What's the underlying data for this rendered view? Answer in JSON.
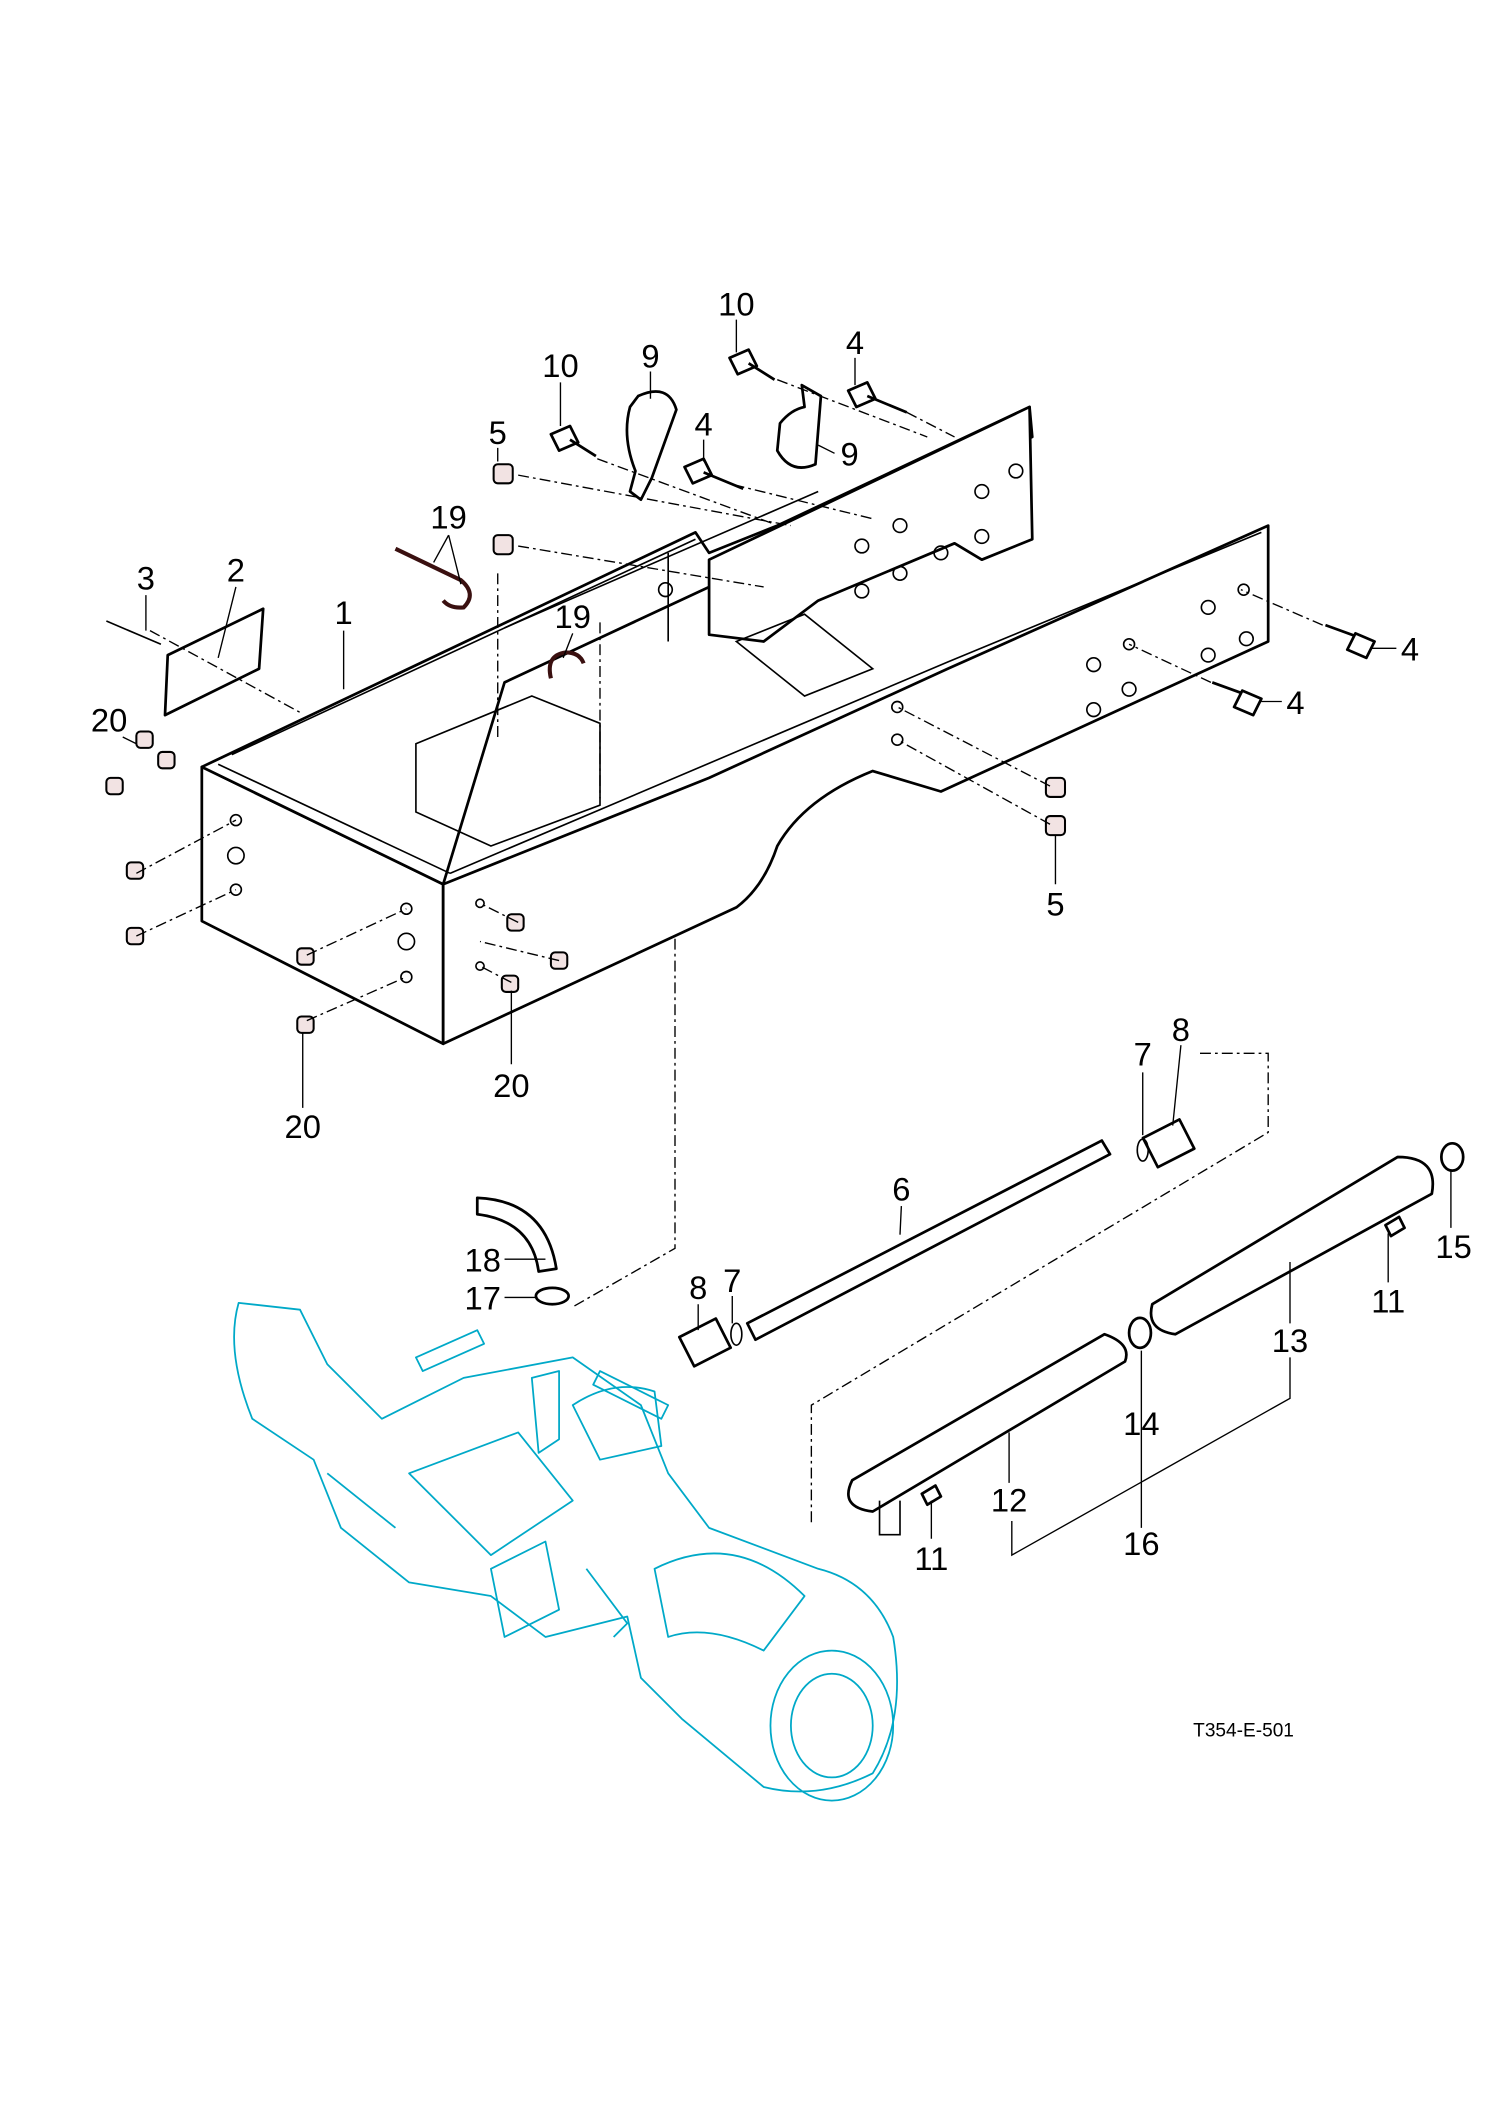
{
  "diagram": {
    "reference_code": "T354-E-501",
    "colors": {
      "parts": "#000000",
      "reference_assembly": "#00a9c8",
      "hardware_fill": "#f2e3e3"
    },
    "callouts": [
      {
        "id": "c10a",
        "label": "10"
      },
      {
        "id": "c4a",
        "label": "4"
      },
      {
        "id": "c9a",
        "label": "9"
      },
      {
        "id": "c10b",
        "label": "10"
      },
      {
        "id": "c4b",
        "label": "4"
      },
      {
        "id": "c9b",
        "label": "9"
      },
      {
        "id": "c5a",
        "label": "5"
      },
      {
        "id": "c19a",
        "label": "19"
      },
      {
        "id": "c3",
        "label": "3"
      },
      {
        "id": "c2",
        "label": "2"
      },
      {
        "id": "c1",
        "label": "1"
      },
      {
        "id": "c19b",
        "label": "19"
      },
      {
        "id": "c4c",
        "label": "4"
      },
      {
        "id": "c4d",
        "label": "4"
      },
      {
        "id": "c20a",
        "label": "20"
      },
      {
        "id": "c5b",
        "label": "5"
      },
      {
        "id": "c20b",
        "label": "20"
      },
      {
        "id": "c20c",
        "label": "20"
      },
      {
        "id": "c8a",
        "label": "8"
      },
      {
        "id": "c7a",
        "label": "7"
      },
      {
        "id": "c6",
        "label": "6"
      },
      {
        "id": "c18",
        "label": "18"
      },
      {
        "id": "c17",
        "label": "17"
      },
      {
        "id": "c8b",
        "label": "8"
      },
      {
        "id": "c7b",
        "label": "7"
      },
      {
        "id": "c15",
        "label": "15"
      },
      {
        "id": "c11a",
        "label": "11"
      },
      {
        "id": "c13",
        "label": "13"
      },
      {
        "id": "c14",
        "label": "14"
      },
      {
        "id": "c12",
        "label": "12"
      },
      {
        "id": "c11b",
        "label": "11"
      },
      {
        "id": "c16",
        "label": "16"
      }
    ]
  }
}
